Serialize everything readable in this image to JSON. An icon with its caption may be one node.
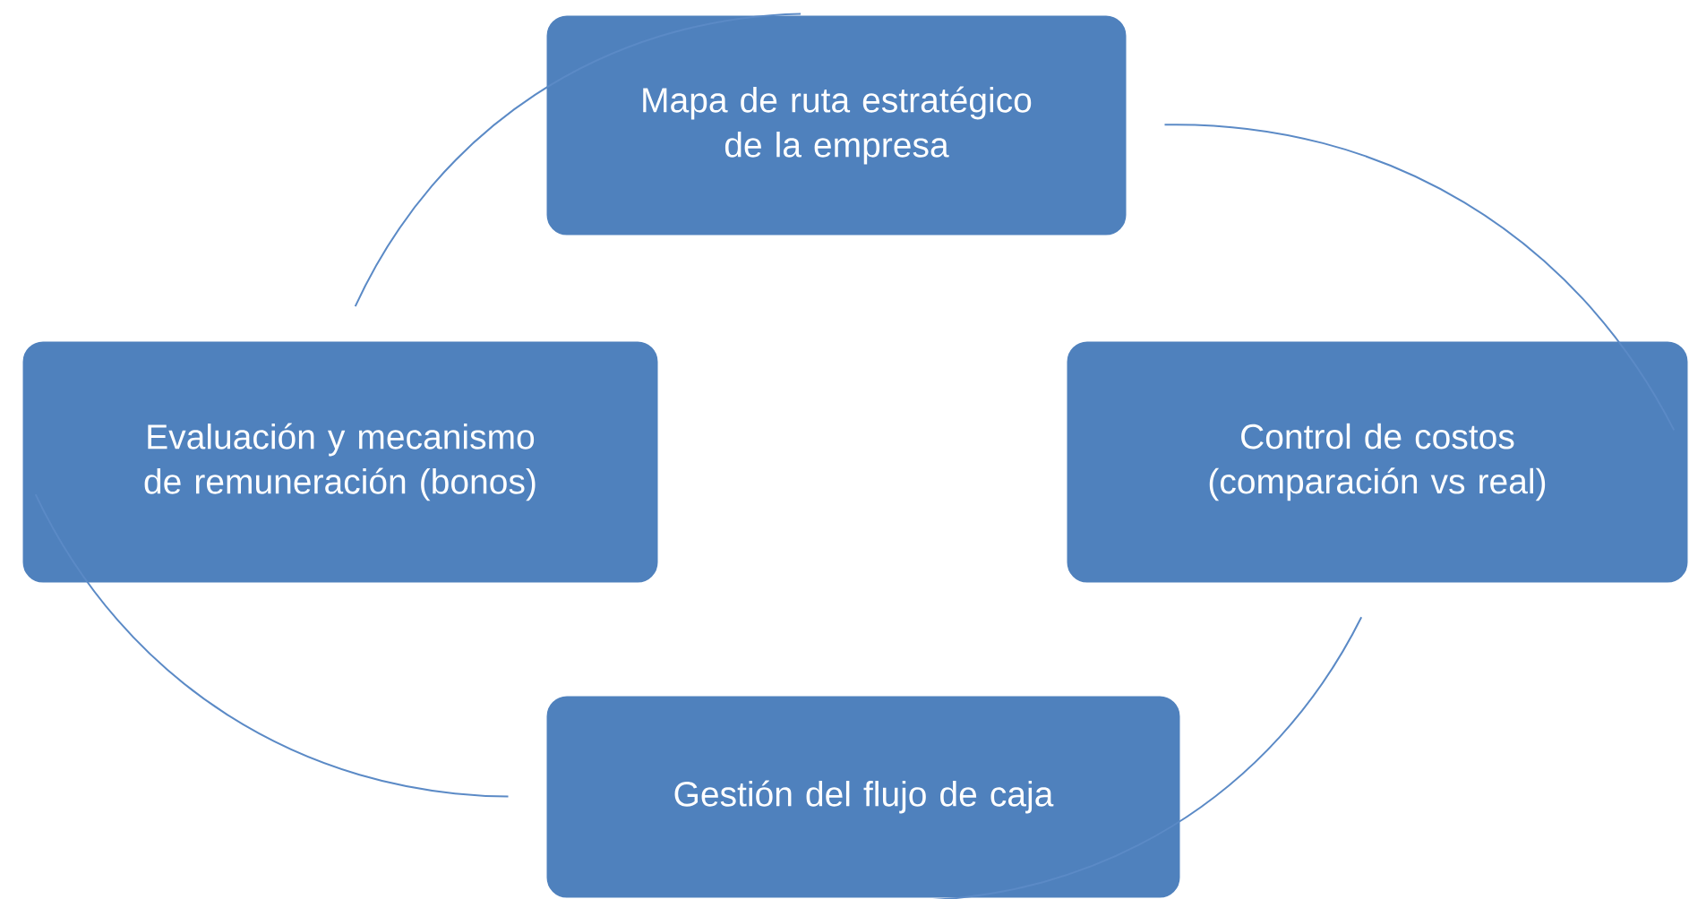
{
  "diagram": {
    "nodes": [
      {
        "text": [
          "Mapa de ruta estratégico de la empresa"
        ]
      },
      {
        "text": [
          "Control de costos (comparación vs real)"
        ]
      },
      {
        "text": [
          "Gestión del flujo de caja"
        ]
      },
      {
        "text": [
          "Evaluación y mecanismo de remuneración (bonos)"
        ]
      }
    ],
    "edges": [
      {
        "from": 0,
        "to": 1,
        "arrow": "none"
      },
      {
        "from": 1,
        "to": 2,
        "arrow": "none"
      },
      {
        "from": 2,
        "to": 3,
        "arrow": "none"
      },
      {
        "from": 3,
        "to": 0,
        "arrow": "none"
      }
    ]
  }
}
